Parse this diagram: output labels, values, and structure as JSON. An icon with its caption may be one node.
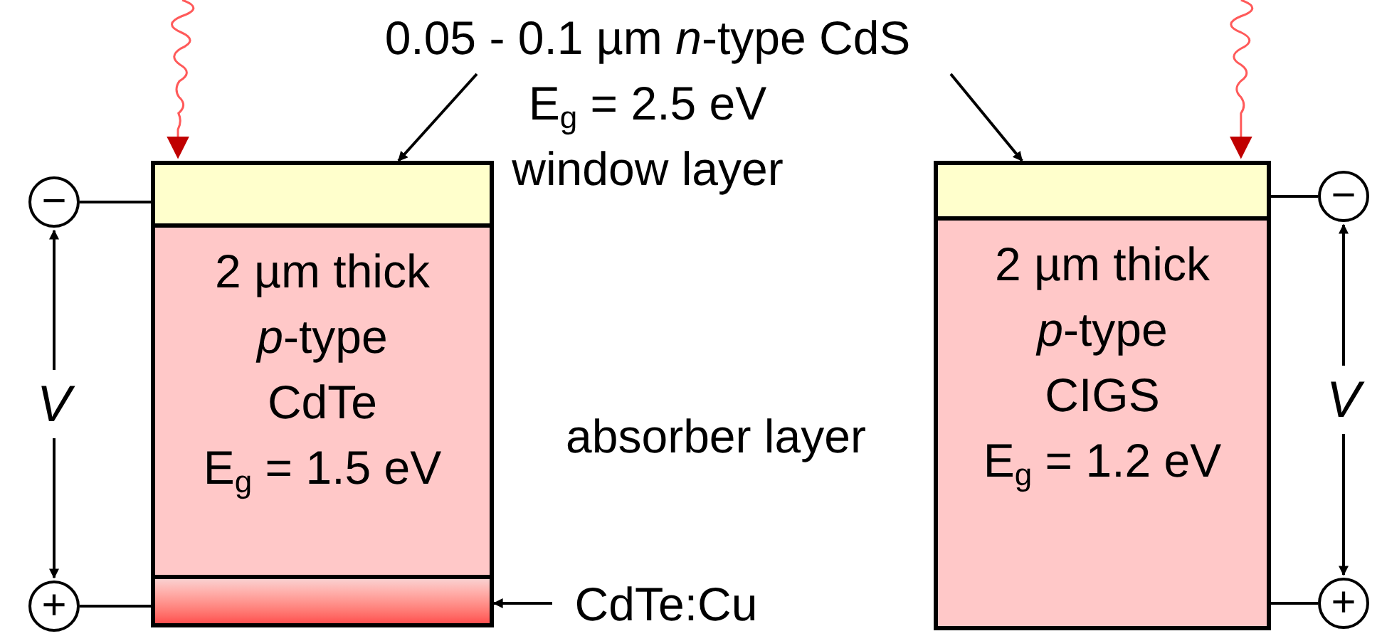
{
  "diagram": {
    "nodes": [
      {
        "text": [
          "0.05 - 0.1 µm *n*-type CdS",
          "E$_{g}$ = 2.5 eV",
          "window layer"
        ]
      },
      {
        "text": [],
        "shape": "box"
      },
      {
        "text": [
          "2 µm thick",
          "*p*-type",
          "CdTe",
          "E$_{g}$ = 1.5 eV"
        ]
      },
      {
        "text": [],
        "shape": "bar"
      },
      {
        "text": [],
        "shape": "box"
      },
      {
        "text": [
          "2 µm thick",
          "*p*-type",
          "CIGS",
          "E$_{g}$ = 1.2 eV"
        ]
      },
      {
        "text": [
          "CdTe:Cu"
        ]
      },
      {
        "text": [
          "−"
        ]
      },
      {
        "text": [
          "+"
        ]
      },
      {
        "text": [
          "−"
        ]
      },
      {
        "text": [
          "+"
        ]
      }
    ],
    "edges": [
      {
        "from": 0,
        "to": 1,
        "arrow": "to"
      },
      {
        "from": 0,
        "to": 4,
        "arrow": "to"
      },
      {
        "from": 6,
        "to": 3,
        "arrow": "to"
      },
      {
        "from": 7,
        "to": 1,
        "arrow": "none"
      },
      {
        "from": 8,
        "to": 3,
        "arrow": "none"
      },
      {
        "from": 9,
        "to": 4,
        "arrow": "none"
      },
      {
        "from": 10,
        "to": 5,
        "arrow": "none"
      },
      {
        "from": 7,
        "to": 8,
        "arrow": "both",
        "label": "V"
      },
      {
        "from": 9,
        "to": 10,
        "arrow": "both",
        "label": "V"
      },
      {
        "from": null,
        "to": 1,
        "arrow": "to",
        "color": "#ff5a5a"
      },
      {
        "from": null,
        "to": 4,
        "arrow": "to",
        "color": "#ff5a5a"
      }
    ],
    "labels": [
      "absorber layer"
    ]
  }
}
